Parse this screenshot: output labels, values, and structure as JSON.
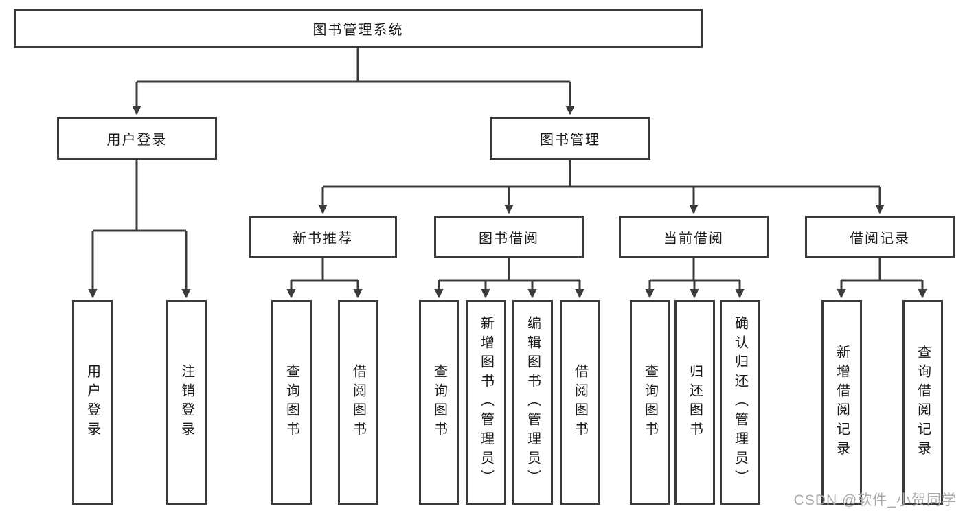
{
  "title": "图书管理系统",
  "watermark": "CSDN @软件_小贺同学",
  "colors": {
    "line": "#3a3a3a",
    "box_border": "#3a3a3a",
    "text": "#1a1a1a",
    "watermark": "#aaaaaa",
    "background": "#ffffff"
  },
  "tree": {
    "root": "图书管理系统",
    "branches": [
      {
        "label": "用户登录",
        "children": [
          "用户登录",
          "注销登录"
        ]
      },
      {
        "label": "图书管理",
        "children": [
          {
            "label": "新书推荐",
            "children": [
              "查询图书",
              "借阅图书"
            ]
          },
          {
            "label": "图书借阅",
            "children": [
              "查询图书",
              "新增图书（管理员）",
              "编辑图书（管理员）",
              "借阅图书"
            ]
          },
          {
            "label": "当前借阅",
            "children": [
              "查询图书",
              "归还图书",
              "确认归还（管理员）"
            ]
          },
          {
            "label": "借阅记录",
            "children": [
              "新增借阅记录",
              "查询借阅记录"
            ]
          }
        ]
      }
    ]
  }
}
